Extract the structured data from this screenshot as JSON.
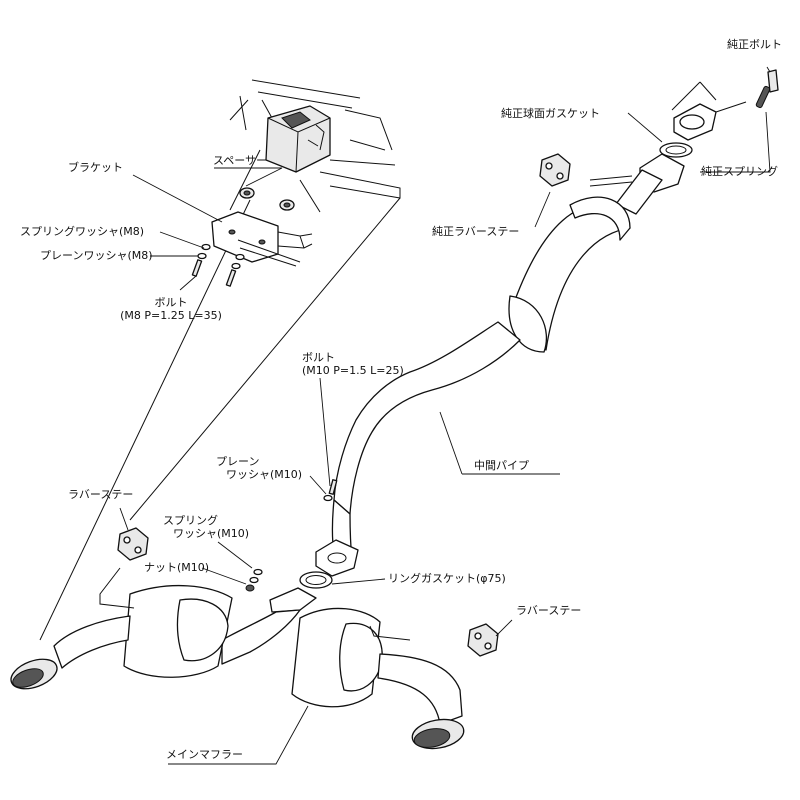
{
  "labels": {
    "bolt_oem": "純正ボルト",
    "gasket_oem_spherical": "純正球面ガスケット",
    "spring_oem": "純正スプリング",
    "rubber_stay_oem": "純正ラバーステー",
    "spacer": "スペーサー",
    "bracket": "ブラケット",
    "spring_washer_m8": "スプリングワッシャ(M8)",
    "plain_washer_m8": "プレーンワッシャ(M8)",
    "bolt_m8_line1": "ボルト",
    "bolt_m8_line2": "(M8 P=1.25 L=35)",
    "bolt_m10_line1": "ボルト",
    "bolt_m10_line2": "(M10 P=1.5 L=25)",
    "mid_pipe": "中間パイプ",
    "plain_washer_m10_line1": "プレーン",
    "plain_washer_m10_line2": "ワッシャ(M10)",
    "rubber_stay_left": "ラバーステー",
    "spring_washer_m10_line1": "スプリング",
    "spring_washer_m10_line2": "ワッシャ(M10)",
    "nut_m10": "ナット(M10)",
    "ring_gasket": "リングガスケット(φ75)",
    "rubber_stay_right": "ラバーステー",
    "main_muffler": "メインマフラー"
  }
}
